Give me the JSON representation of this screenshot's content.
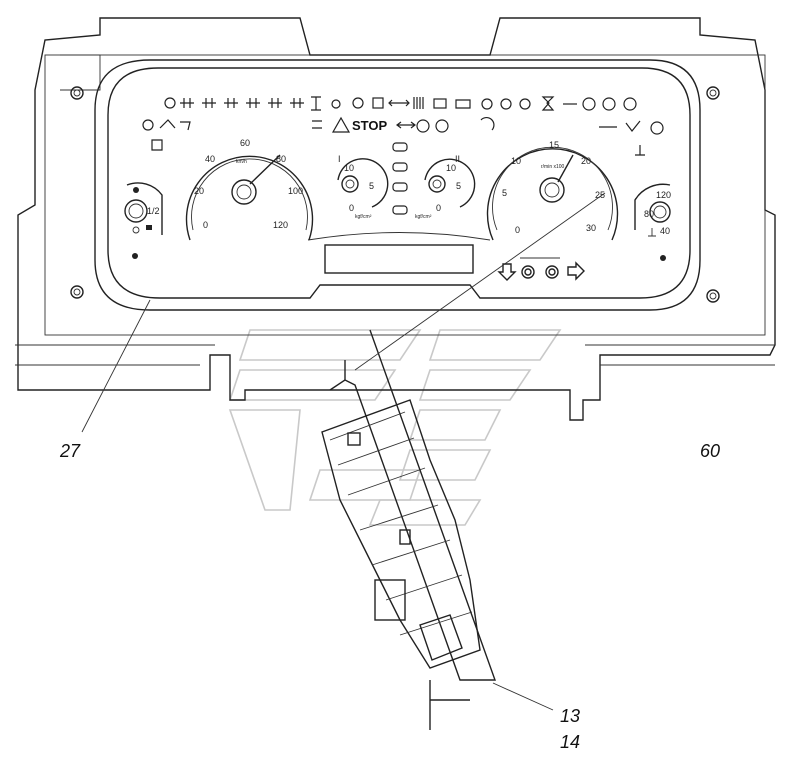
{
  "callouts": {
    "panel": "27",
    "frame": "60",
    "part_a": "13",
    "part_b": "14"
  },
  "speedometer": {
    "ticks": [
      "0",
      "20",
      "40",
      "60",
      "80",
      "100",
      "120"
    ],
    "unit": "km/h"
  },
  "tachometer": {
    "ticks": [
      "0",
      "5",
      "10",
      "15",
      "20",
      "25",
      "30"
    ],
    "unit": "r/min x100"
  },
  "pressure_gauge_1": {
    "ticks": [
      "I",
      "10",
      "5",
      "0"
    ],
    "unit": "kgf/cm²"
  },
  "pressure_gauge_2": {
    "ticks": [
      "II",
      "10",
      "5",
      "0"
    ],
    "unit": "kgf/cm²"
  },
  "fuel_gauge": {
    "ticks": [
      "1/2"
    ]
  },
  "temp_gauge": {
    "ticks": [
      "120",
      "80",
      "40"
    ]
  },
  "warning_text": "STOP"
}
